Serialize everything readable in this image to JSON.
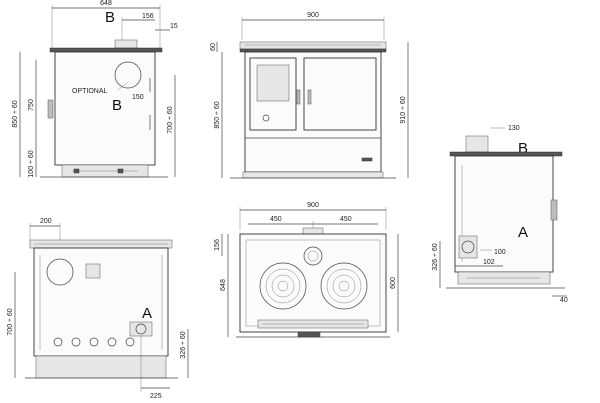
{
  "markers": {
    "a": "A",
    "b": "B"
  },
  "labels": {
    "optional": "OPTIONAL"
  },
  "dimensions": {
    "side_depth": "648",
    "side_top_flue": "156",
    "side_top_gap": "15",
    "side_height": "850 ÷ 60",
    "side_body_height": "750",
    "side_flue_height": "700 ÷ 60",
    "side_flue_dia": "150",
    "side_base_height": "100 ÷ 60",
    "front_width": "900",
    "front_top": "60",
    "front_height": "850 ÷ 60",
    "front_total_height": "910 ÷ 60",
    "rear_offset": "200",
    "rear_height": "700 ÷ 60",
    "rear_outlet_height": "326 ÷ 60",
    "rear_outlet_x": "225",
    "top_width": "900",
    "top_half_left": "450",
    "top_half_right": "450",
    "top_flue_depth": "156",
    "top_depth_left": "648",
    "top_depth_right": "600",
    "right_flue_dia": "130",
    "right_outlet_dia": "100",
    "right_outlet_height": "326 ÷ 60",
    "right_outlet_depth": "102",
    "right_foot": "40"
  },
  "colors": {
    "stroke": "#333333",
    "panel": "#fbfbfb",
    "text": "#222222"
  }
}
